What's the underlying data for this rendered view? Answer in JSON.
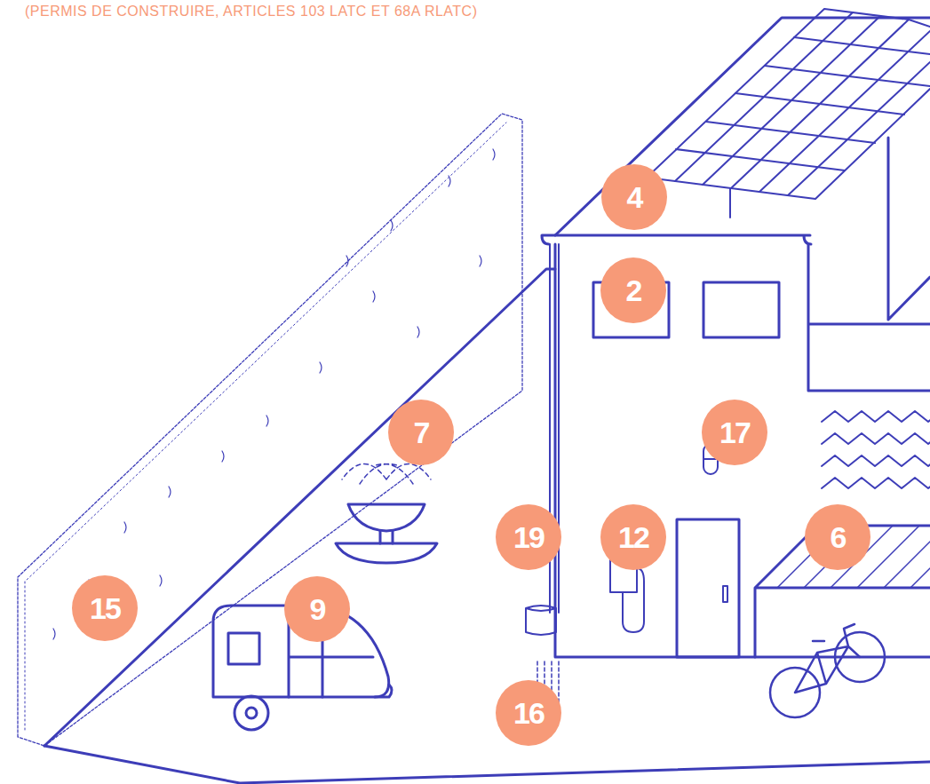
{
  "diagram": {
    "title": "(PERMIS DE CONSTRUIRE, ARTICLES 103 LATC ET 68A RLATC)",
    "labels": [
      "4",
      "2",
      "7",
      "17",
      "19",
      "12",
      "6",
      "15",
      "9",
      "16"
    ]
  }
}
